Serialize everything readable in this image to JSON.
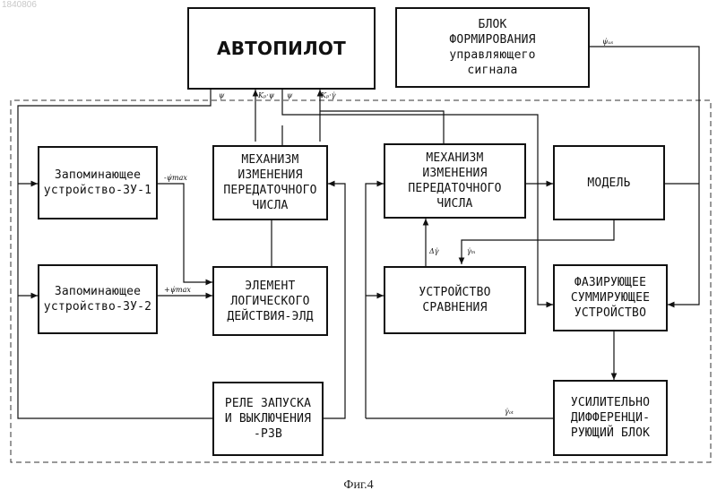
{
  "doc": {
    "patent_number": "1840806",
    "caption": "Фиг.4"
  },
  "blocks": {
    "autopilot": "АВТОПИЛОТ",
    "signal_block": "БЛОК\nФОРМИРОВАНИЯ\nуправляющего\nсигнала",
    "memory_1": "Запоминающее\nустройство-ЗУ-1",
    "ratio_mech_left": "МЕХАНИЗМ\nИЗМЕНЕНИЯ\nПЕРЕДАТОЧНОГО\nЧИСЛА",
    "ratio_mech_right": "МЕХАНИЗМ\nИЗМЕНЕНИЯ\nПЕРЕДАТОЧНОГО\nЧИСЛА",
    "model": "МОДЕЛЬ",
    "memory_2": "Запоминающее\nустройство-ЗУ-2",
    "logic_element": "ЭЛЕМЕНТ\nЛОГИЧЕСКОГО\nДЕЙСТВИЯ-ЭЛД",
    "comparator": "УСТРОЙСТВО\nСРАВНЕНИЯ",
    "phasing_summator": "ФАЗИРУЮЩЕЕ\nСУММИРУЮЩЕЕ\nУСТРОЙСТВО",
    "start_stop_relay": "РЕЛЕ ЗАПУСКА\nИ ВЫКЛЮЧЕНИЯ\n-РЗВ",
    "amp_diff_block": "УСИЛИТЕЛЬНО\nДИФФЕРЕНЦИ-\nРУЮЩИЙ БЛОК"
  },
  "signals": {
    "psi": "ψ",
    "k_psi": "Kₚ·ψ",
    "psi_2": "ψ",
    "k_gamma": "Kₚ·γ̇",
    "psi_cmd": "ψ̇ᵤₛ",
    "minus_psi_max": "-ψ̇max",
    "plus_psi_max": "+ψ̇max",
    "delta_gamma": "Δγ̇",
    "gamma_m": "γ̇ₘ",
    "gamma_out": "γ̇ₒₜ"
  }
}
